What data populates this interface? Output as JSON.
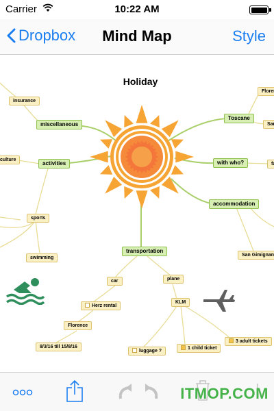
{
  "status": {
    "carrier": "Carrier",
    "time": "10:22 AM"
  },
  "nav": {
    "back_label": "Dropbox",
    "title": "Mind Map",
    "right_label": "Style"
  },
  "map": {
    "title": "Holiday",
    "main_nodes": {
      "miscellaneous": "miscellaneous",
      "activities": "activities",
      "toscane": "Toscane",
      "with_who": "with who?",
      "accommodation": "accommodation",
      "transportation": "transportation"
    },
    "sub_nodes": {
      "insurance": "insurance",
      "culture": "culture",
      "sports": "sports",
      "swimming": "swimming",
      "florence_top": "Florer",
      "san": "San",
      "fa": "fa",
      "san_gimignano": "San Gimignano",
      "car": "car",
      "plane": "plane",
      "herz_rental": "Herz rental",
      "florence": "Florence",
      "dates": "8/3/16 till 15/8/16",
      "klm": "KLM",
      "luggage": "luggage ?",
      "child_ticket": "1 child ticket",
      "adult_tickets": "3 adult tickets"
    }
  },
  "toolbar": {
    "watermark": "ITMOP.COM"
  },
  "colors": {
    "accent": "#1a7ef0",
    "sun": "#f6a535",
    "main_node": "#d7efb2",
    "sub_node": "#fbf0c4",
    "swimmer": "#2f8f5c"
  }
}
